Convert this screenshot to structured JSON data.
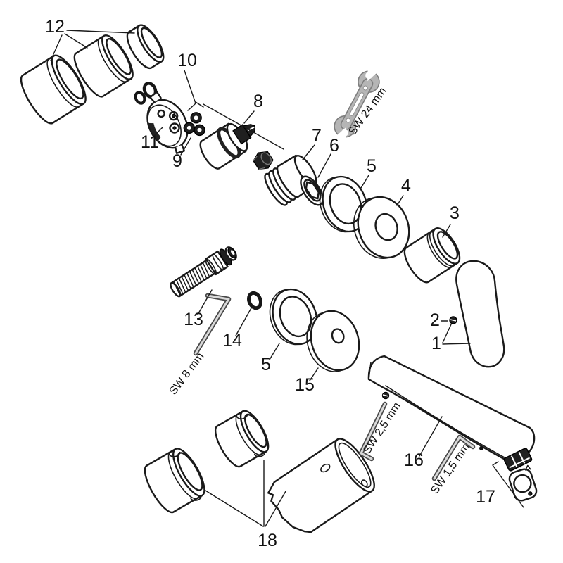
{
  "figure": {
    "type": "exploded-parts-diagram",
    "background_color": "#ffffff",
    "line_color": "#1a1a1a",
    "tool_color": "#b5b5b5"
  },
  "labels": {
    "p1": "1",
    "p2": "2",
    "p3": "3",
    "p4": "4",
    "p5a": "5",
    "p5b": "5",
    "p6": "6",
    "p7": "7",
    "p8": "8",
    "p9": "9",
    "p10": "10",
    "p11": "11",
    "p12": "12",
    "p13": "13",
    "p14": "14",
    "p15": "15",
    "p16": "16",
    "p17": "17",
    "p18": "18",
    "sw24": "SW 24 mm",
    "sw8": "SW 8 mm",
    "sw25": "SW 2,5 mm",
    "sw15": "SW 1,5 mm"
  }
}
